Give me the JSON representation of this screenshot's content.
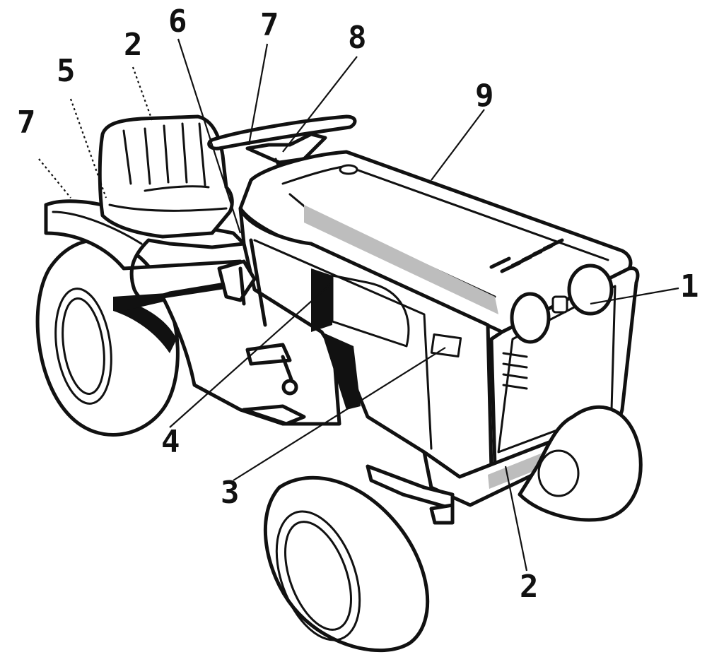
{
  "diagram": {
    "callouts": [
      {
        "id": "callout-1",
        "label": "1"
      },
      {
        "id": "callout-2-front",
        "label": "2"
      },
      {
        "id": "callout-3",
        "label": "3"
      },
      {
        "id": "callout-4",
        "label": "4"
      },
      {
        "id": "callout-5",
        "label": "5"
      },
      {
        "id": "callout-2-seat",
        "label": "2"
      },
      {
        "id": "callout-6",
        "label": "6"
      },
      {
        "id": "callout-7-top",
        "label": "7"
      },
      {
        "id": "callout-8",
        "label": "8"
      },
      {
        "id": "callout-9",
        "label": "9"
      },
      {
        "id": "callout-7-left",
        "label": "7"
      }
    ],
    "colors": {
      "ink": "#111111",
      "paper": "#ffffff",
      "decal": "#bdbdbd"
    }
  }
}
